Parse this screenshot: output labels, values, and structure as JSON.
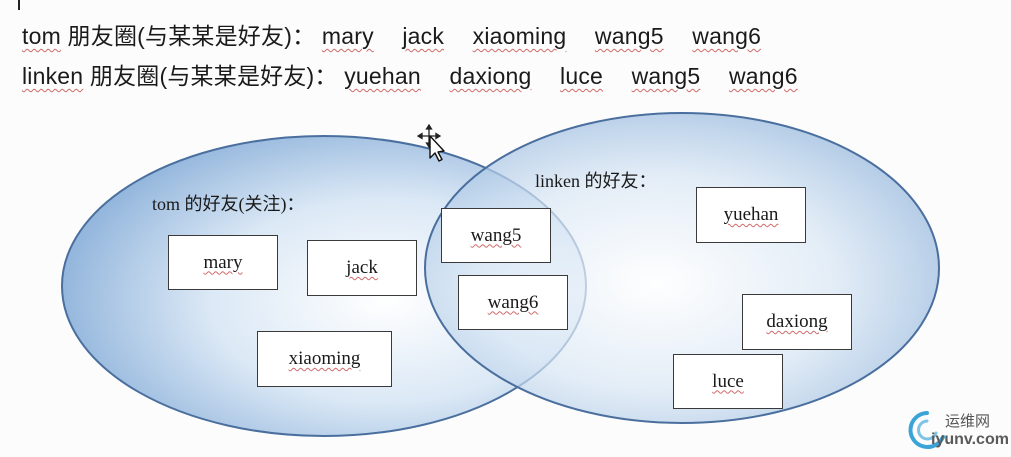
{
  "header": {
    "tom_line": {
      "owner": "tom",
      "prefix": "朋友圈(与某某是好友)：",
      "friends": [
        "mary",
        "jack",
        "xiaoming",
        "wang5",
        "wang6"
      ]
    },
    "linken_line": {
      "owner": "linken",
      "prefix": "朋友圈(与某某是好友)：",
      "friends": [
        "yuehan",
        "daxiong",
        "luce",
        "wang5",
        "wang6"
      ]
    }
  },
  "venn": {
    "left_set_label": "tom 的好友(关注)：",
    "right_set_label": "linken 的好友：",
    "left_only": [
      "mary",
      "jack",
      "xiaoming"
    ],
    "intersection": [
      "wang5",
      "wang6"
    ],
    "right_only": [
      "yuehan",
      "daxiong",
      "luce"
    ],
    "fill_color": "#9fc0e3",
    "edge_color": "#4a6f9e"
  },
  "watermark": {
    "cn": "运维网",
    "domain": "iyunv.com"
  }
}
